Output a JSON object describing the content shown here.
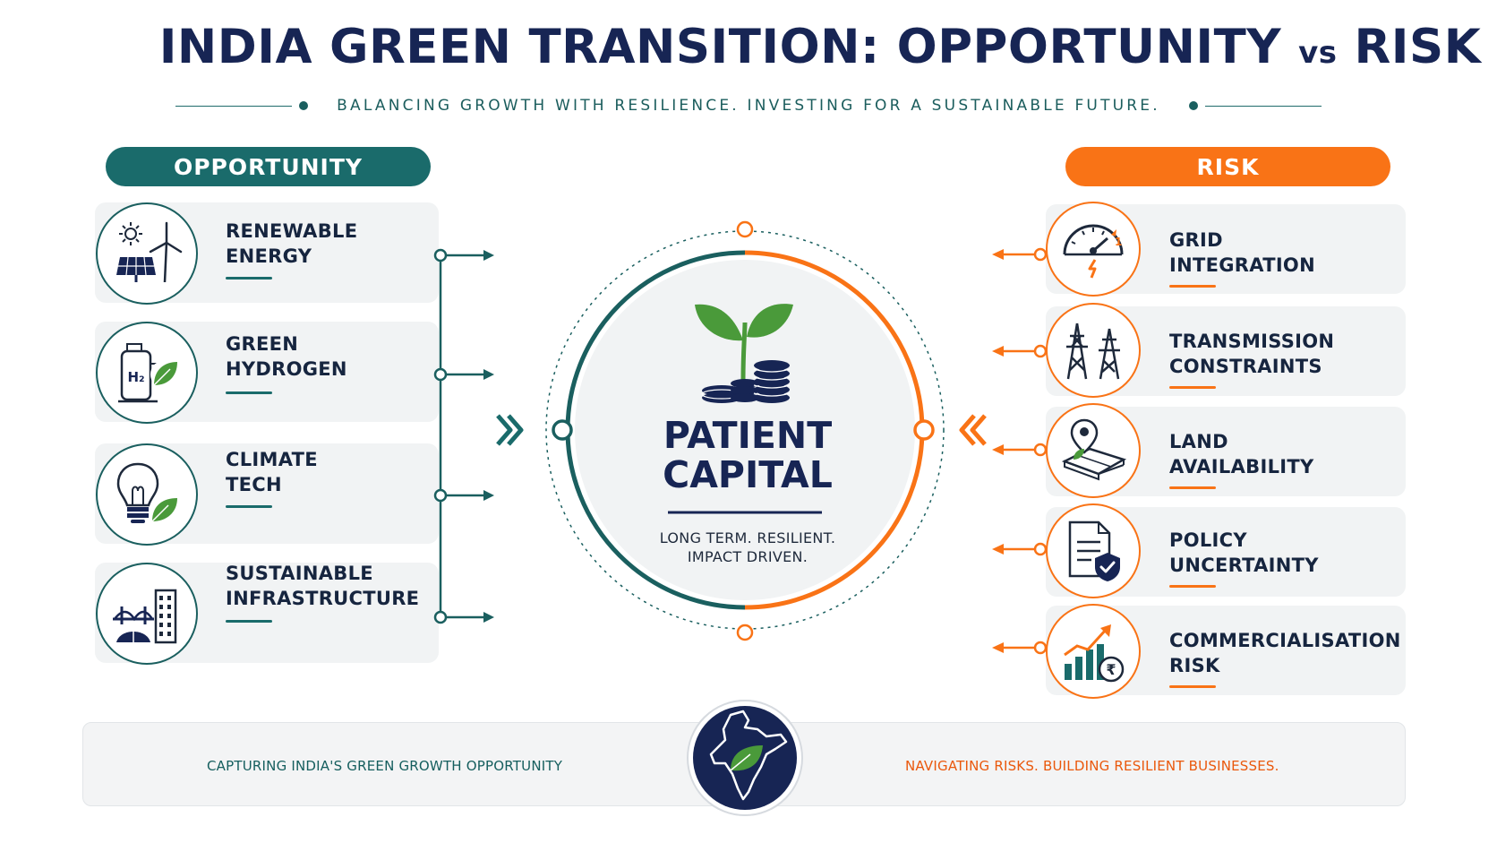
{
  "title": {
    "main": "INDIA GREEN TRANSITION: OPPORTUNITY ",
    "vs": "vs",
    "end": " RISK"
  },
  "subtitle": "BALANCING GROWTH WITH RESILIENCE. INVESTING FOR A SUSTAINABLE FUTURE.",
  "opportunity": {
    "header": "OPPORTUNITY",
    "items": [
      {
        "line1": "RENEWABLE",
        "line2": "ENERGY",
        "icon": "solar-wind-icon"
      },
      {
        "line1": "GREEN",
        "line2": "HYDROGEN",
        "icon": "hydrogen-tank-icon",
        "icon_text": "H₂"
      },
      {
        "line1": "CLIMATE",
        "line2": "TECH",
        "icon": "lightbulb-leaf-icon"
      },
      {
        "line1": "SUSTAINABLE",
        "line2": "INFRASTRUCTURE",
        "icon": "bridge-building-icon"
      }
    ]
  },
  "risk": {
    "header": "RISK",
    "items": [
      {
        "line1": "GRID",
        "line2": "INTEGRATION",
        "icon": "gauge-icon"
      },
      {
        "line1": "TRANSMISSION",
        "line2": "CONSTRAINTS",
        "icon": "transmission-tower-icon"
      },
      {
        "line1": "LAND",
        "line2": "AVAILABILITY",
        "icon": "map-pin-land-icon"
      },
      {
        "line1": "POLICY",
        "line2": "UNCERTAINTY",
        "icon": "document-shield-icon"
      },
      {
        "line1": "COMMERCIALISATION",
        "line2": "RISK",
        "icon": "chart-rupee-icon",
        "icon_text": "₹"
      }
    ]
  },
  "center": {
    "line1": "PATIENT",
    "line2": "CAPITAL",
    "sub1": "LONG TERM. RESILIENT.",
    "sub2": "IMPACT DRIVEN."
  },
  "footer": {
    "left": "CAPTURING INDIA'S GREEN GROWTH OPPORTUNITY",
    "right": "NAVIGATING RISKS. BUILDING RESILIENT BUSINESSES."
  },
  "colors": {
    "teal": "#1a6b6b",
    "navy": "#172554",
    "orange": "#f97316",
    "green": "#4a9a3a"
  }
}
